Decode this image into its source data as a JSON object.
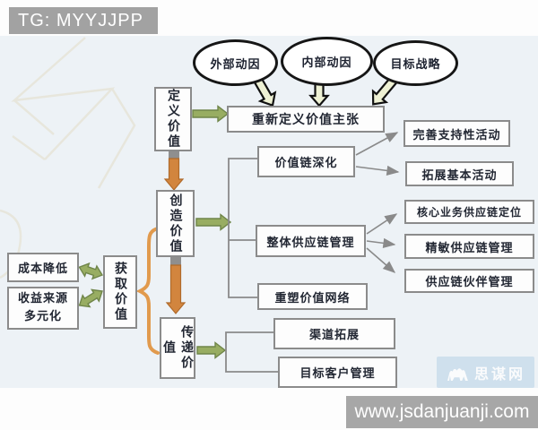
{
  "header": {
    "tag_label": "TG: MYYJJPP"
  },
  "drivers": [
    {
      "label": "外部动因"
    },
    {
      "label": "内部动因"
    },
    {
      "label": "目标战略"
    }
  ],
  "stages": [
    {
      "label": "定义价值"
    },
    {
      "label": "创造价值"
    },
    {
      "label": "传递价值"
    },
    {
      "label": "获取价值"
    }
  ],
  "nodes": {
    "value_proposition": "重新定义价值主张",
    "value_chain_deepening": "价值链深化",
    "overall_supply_chain": "整体供应链管理",
    "reshape_value_network": "重塑价值网络",
    "channel_expansion": "渠道拓展",
    "target_customer_mgmt": "目标客户管理",
    "support_activities": "完善支持性活动",
    "basic_activities": "拓展基本活动",
    "core_supply_positioning": "核心业务供应链定位",
    "leagile_supply_chain": "精敏供应链管理",
    "supply_partner_mgmt": "供应链伙伴管理",
    "cost_reduction": "成本降低",
    "revenue_sources_line1": "收益来源",
    "revenue_sources_line2": "多元化"
  },
  "watermark": {
    "site_name": "思谋网"
  },
  "footer": {
    "url": "www.jsdanjuanji.com"
  },
  "colors": {
    "green_arrow": "#98ad62",
    "orange_arrow": "#d2853e",
    "pale_arrow": "#eef1d4",
    "box_border": "#8b8b8b",
    "footer_bar": "#a7a7a7",
    "header_badge": "#a2a2a2",
    "diagram_background": "#edf2f6"
  }
}
